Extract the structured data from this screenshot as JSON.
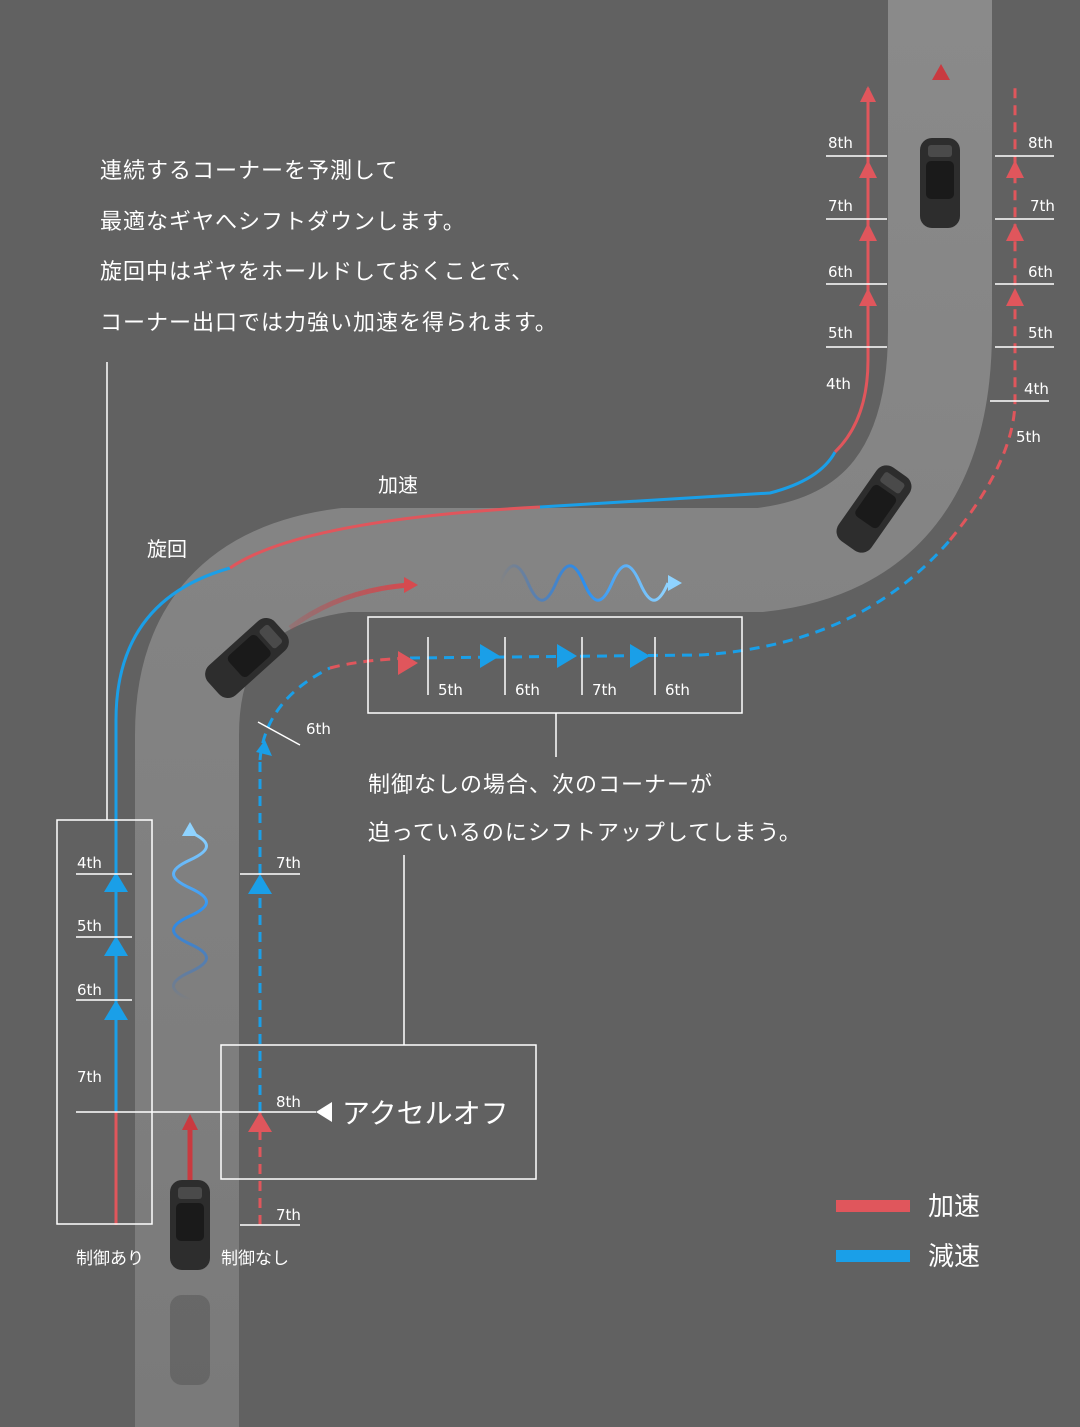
{
  "intro_lines": [
    "連続するコーナーを予測して",
    "最適なギヤへシフトダウンします。",
    "旋回中はギヤをホールドしておくことで、",
    "コーナー出口では力強い加速を得られます。"
  ],
  "callout_lines": [
    "制御なしの場合、次のコーナーが",
    "迫っているのにシフトアップしてしまう。"
  ],
  "label_turning": "旋回",
  "label_accel_path": "加速",
  "label_with_control": "制御あり",
  "label_without_control": "制御なし",
  "label_accel_off": "アクセルオフ",
  "legend": [
    {
      "label": "加速",
      "color": "#e0565c"
    },
    {
      "label": "減速",
      "color": "#1a9fe8"
    }
  ],
  "gears": {
    "with_control_start": [
      "4th",
      "5th",
      "6th",
      "7th"
    ],
    "without_control_start": [
      "7th",
      "8th",
      "7th"
    ],
    "without_control_corner": "6th",
    "middle_box": [
      "5th",
      "6th",
      "7th",
      "6th"
    ],
    "exit_left": [
      "8th",
      "7th",
      "6th",
      "5th",
      "4th"
    ],
    "exit_right": [
      "8th",
      "7th",
      "6th",
      "5th",
      "4th",
      "5th"
    ]
  },
  "colors": {
    "background": "#616161",
    "road": "#8a8a8a",
    "accel": "#e0565c",
    "decel": "#1a9fe8",
    "text": "#ffffff"
  }
}
